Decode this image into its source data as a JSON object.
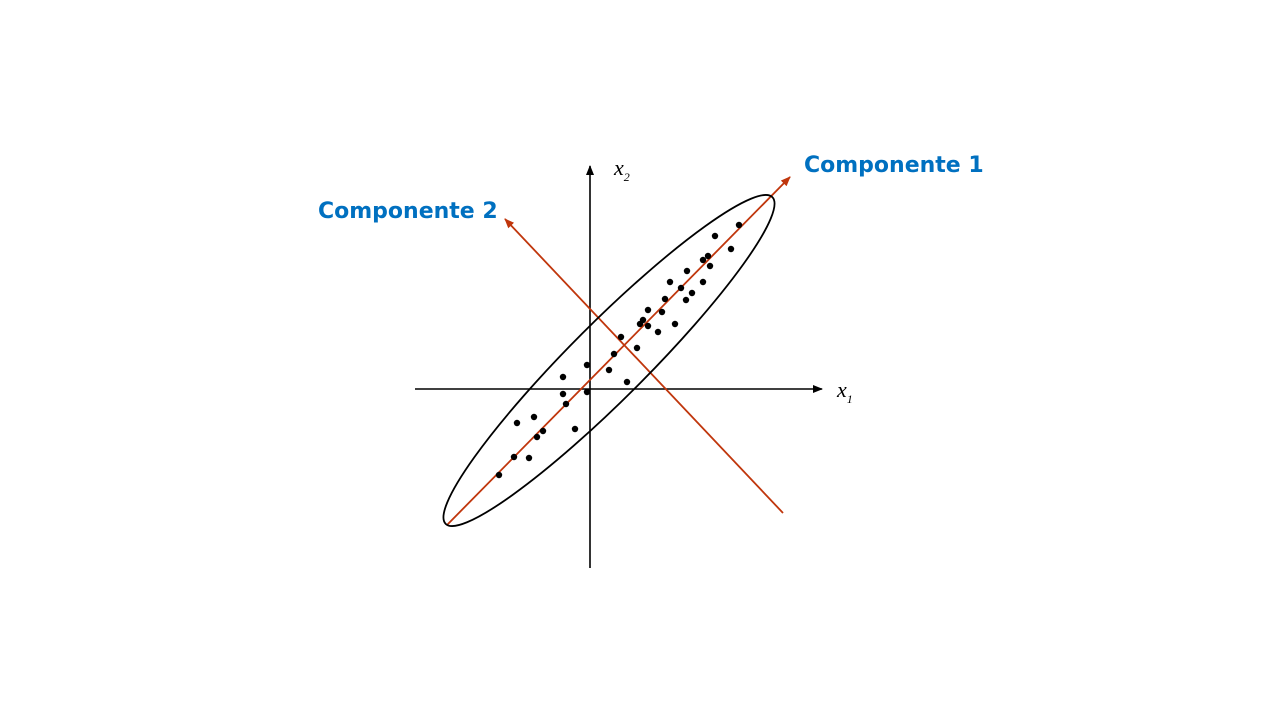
{
  "labels": {
    "component_1": "Componente 1",
    "component_2": "Componente 2",
    "x1": {
      "var": "x",
      "sub": "1"
    },
    "x2": {
      "var": "x",
      "sub": "2"
    }
  },
  "colors": {
    "component_label": "#0070C0",
    "component_axis": "#C0360C",
    "ink": "#000000"
  }
}
